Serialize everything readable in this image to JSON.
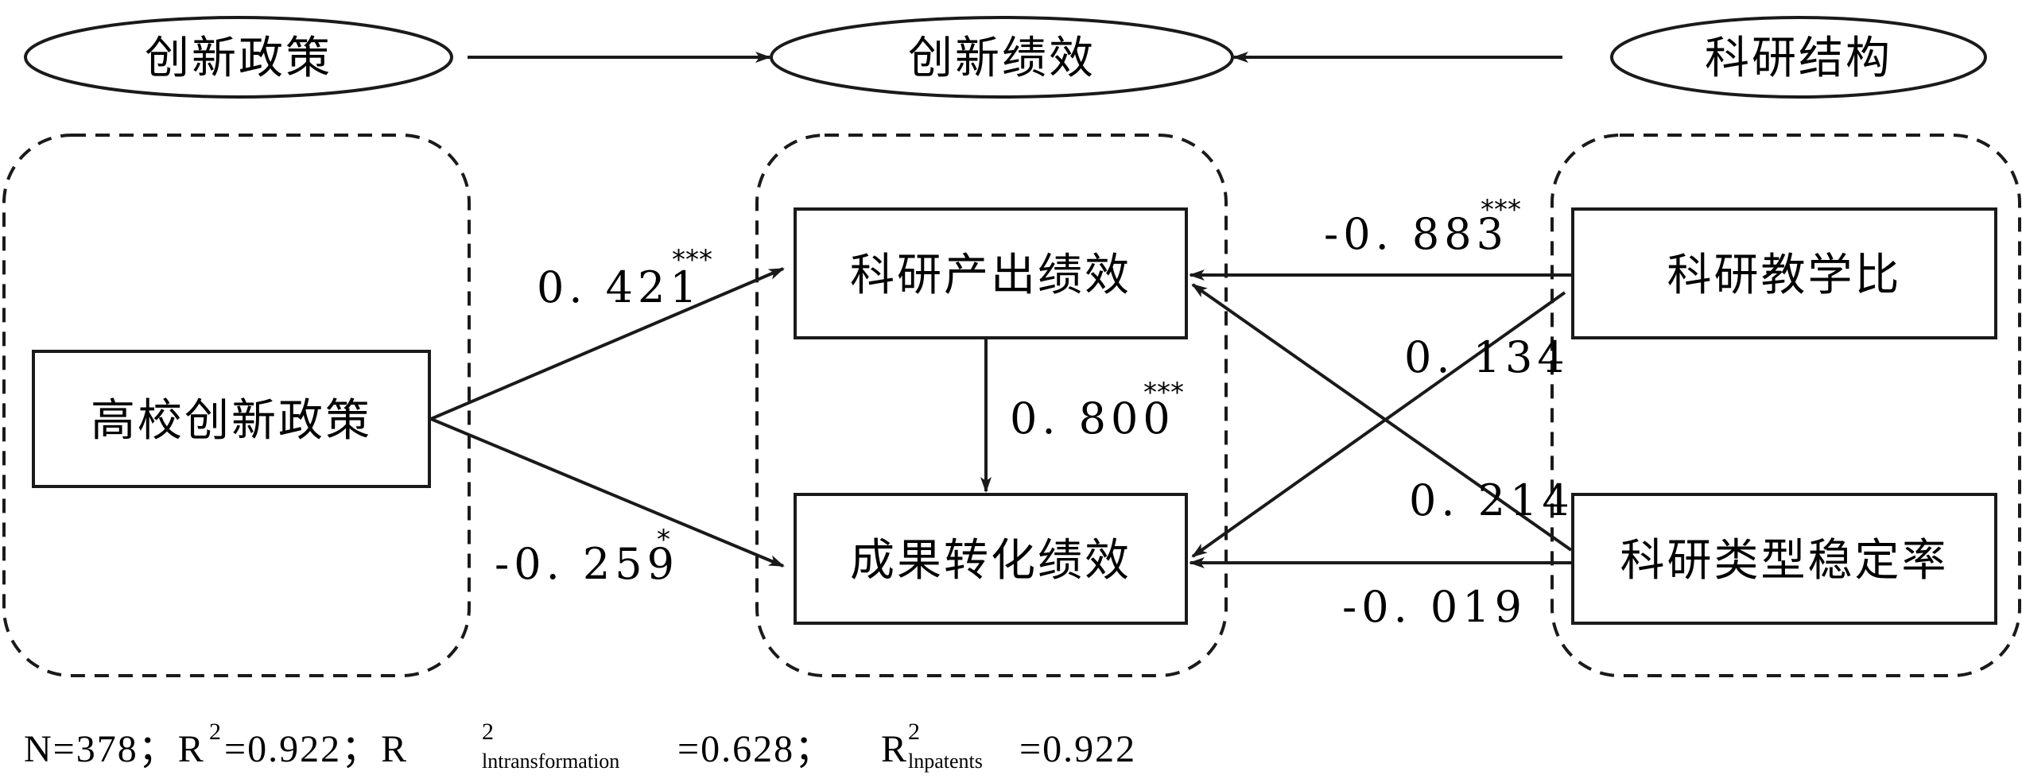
{
  "colors": {
    "stroke": "#1a1a1a",
    "text": "#000000",
    "background": "#ffffff"
  },
  "headers": {
    "innovation_policy": "创新政策",
    "innovation_performance": "创新绩效",
    "research_structure": "科研结构"
  },
  "nodes": {
    "university_policy": "高校创新政策",
    "research_output": "科研产出绩效",
    "transformation": "成果转化绩效",
    "research_teaching_ratio": "科研教学比",
    "research_type_stability": "科研类型稳定率"
  },
  "paths": {
    "policy_to_output": {
      "value": "0. 421",
      "sig": "***"
    },
    "policy_to_transformation": {
      "value": "-0. 259",
      "sig": "*"
    },
    "output_to_transformation": {
      "value": "0. 800",
      "sig": "***"
    },
    "ratio_to_output": {
      "value": "-0. 883",
      "sig": "***"
    },
    "ratio_to_transformation": {
      "value": "0. 134",
      "sig": ""
    },
    "stability_to_output": {
      "value": "0. 214",
      "sig": ""
    },
    "stability_to_transformation": {
      "value": "-0. 019",
      "sig": ""
    }
  },
  "footnote": {
    "n": "N=378；R",
    "r2_sup": "2",
    "r2_value": "=0.922；R",
    "r2_t_sup": "2",
    "r2_t_sub": "lntransformation",
    "r2_t_value": "=0.628；",
    "r_label": "R",
    "r2_p_sup": "2",
    "r2_p_sub": "lnpatents",
    "r2_p_value": "=0.922"
  }
}
